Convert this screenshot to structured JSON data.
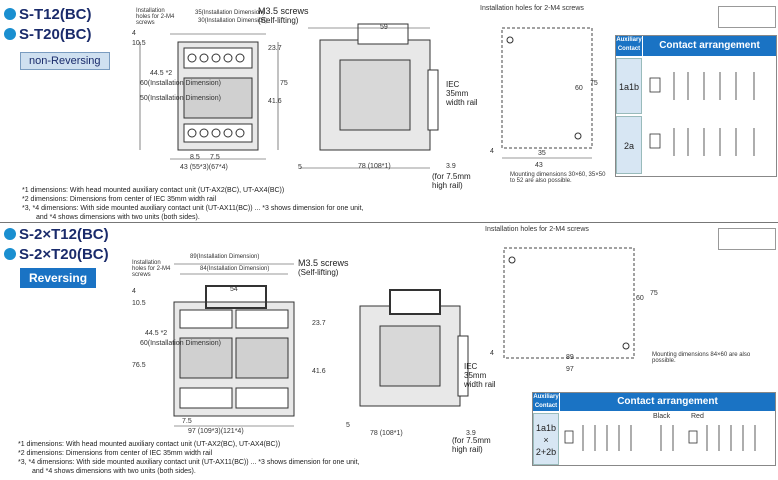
{
  "top": {
    "titles": [
      "S-T12(BC)",
      "S-T20(BC)"
    ],
    "badge": "non-Reversing",
    "labels": {
      "install_holes": "Installation holes for 2-M4 screws",
      "install_holes_right": "Installation holes for 2-M4 screws",
      "screws": "M3.5 screws",
      "self_lifting": "(Self-lifting)",
      "iec": "IEC",
      "rail35": "35mm",
      "width_rail": "width rail",
      "for75": "(for 7.5mm",
      "high_rail": "high rail)",
      "mounting_note": "Mounting dimensions 30×60, 35×50 to 52 are also possible.",
      "dim_35_install": "35(Installation Dimension)",
      "dim_30_install": "30(Installation Dimension)",
      "dim_60_install": "60(Installation Dimension)",
      "dim_50_install": "50(Installation Dimension)",
      "dim_43": "43 (55*3)(67*4)",
      "dim_78": "78 (108*1)",
      "dims": [
        "4",
        "10.5",
        "23.7",
        "44.5 *2",
        "41.6",
        "75",
        "8.5",
        "7.5",
        "59",
        "5",
        "3.9",
        "4",
        "60",
        "75",
        "35",
        "43"
      ]
    },
    "table": {
      "col1": "Auxiliary Contact",
      "col2": "Contact arrangement",
      "rows": [
        "1a1b",
        "2a"
      ]
    },
    "notes": [
      "*1 dimensions: With head mounted auxiliary contact unit (UT-AX2(BC), UT-AX4(BC))",
      "*2 dimensions: Dimensions from center of IEC 35mm width rail",
      "*3, *4 dimensions: With side mounted auxiliary contact unit (UT-AX11(BC)) ... *3 shows dimension for one unit,",
      "and *4 shows dimensions with two units (both sides)."
    ]
  },
  "bottom": {
    "titles": [
      "S-2×T12(BC)",
      "S-2×T20(BC)"
    ],
    "badge": "Reversing",
    "labels": {
      "install_holes": "Installation holes for 2-M4 screws",
      "install_holes_right": "Installation holes for 2-M4 screws",
      "screws": "M3.5 screws",
      "self_lifting": "(Self-lifting)",
      "iec": "IEC",
      "rail35": "35mm",
      "width_rail": "width rail",
      "for75": "(for 7.5mm",
      "high_rail": "high rail)",
      "mounting_note": "Mounting dimensions 84×60 are also possible.",
      "dim_89_install": "89(Installation Dimension)",
      "dim_84_install": "84(Installation Dimension)",
      "dim_60_install": "60(Installation Dimension)",
      "dim_97": "97 (109*3)(121*4)",
      "dim_78": "78 (108*1)",
      "dims": [
        "4",
        "10.5",
        "54",
        "23.7",
        "44.5 *2",
        "76.5",
        "41.6",
        "7.5",
        "5",
        "3.9",
        "4",
        "89",
        "97",
        "60",
        "75"
      ]
    },
    "table": {
      "col1": "Auxiliary Contact",
      "col2": "Contact arrangement",
      "row": [
        "1a1b",
        "×",
        "2+2b"
      ],
      "black": "Black",
      "red": "Red"
    },
    "notes": [
      "*1 dimensions: With head mounted auxiliary contact unit (UT-AX2(BC), UT-AX4(BC))",
      "*2 dimensions: Dimensions from center of IEC 35mm width rail",
      "*3, *4 dimensions: With side mounted auxiliary contact unit (UT-AX11(BC)) ... *3 shows dimension for one unit,",
      "and *4 shows dimensions with two units (both sides)."
    ]
  }
}
